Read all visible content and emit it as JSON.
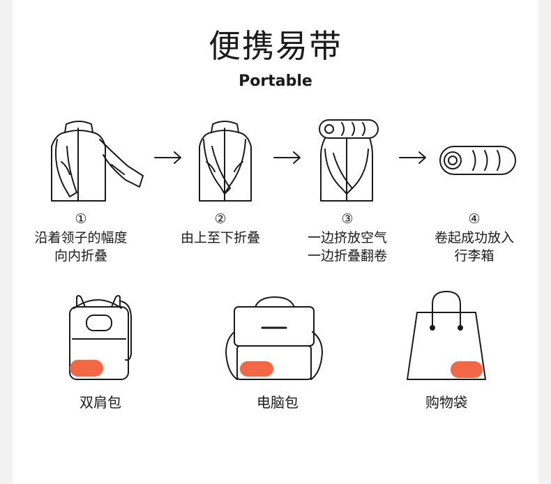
{
  "title": "便携易带",
  "subtitle": "Portable",
  "steps": [
    {
      "num": "①",
      "lines": [
        "沿着领子的幅度",
        "向内折叠"
      ]
    },
    {
      "num": "②",
      "lines": [
        "由上至下折叠"
      ]
    },
    {
      "num": "③",
      "lines": [
        "一边挤放空气",
        "一边折叠翻卷"
      ]
    },
    {
      "num": "④",
      "lines": [
        "卷起成功放入",
        "行李箱"
      ]
    }
  ],
  "bags": [
    {
      "label": "双肩包"
    },
    {
      "label": "电脑包"
    },
    {
      "label": "购物袋"
    }
  ],
  "colors": {
    "accent": "#f26744",
    "line": "#1a1a1a",
    "background": "#ffffff",
    "page_margin": "#f2f2f2"
  }
}
